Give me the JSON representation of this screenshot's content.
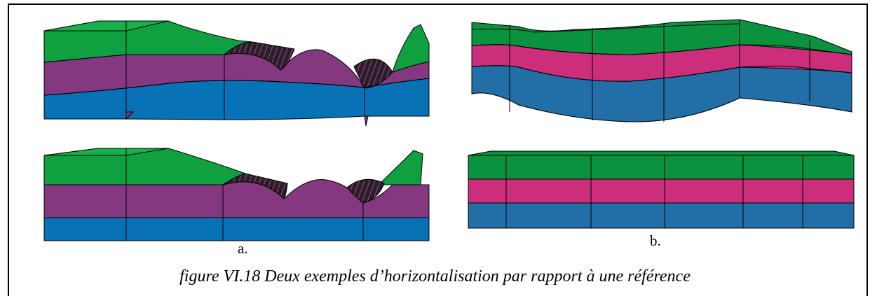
{
  "labels": {
    "a": "a.",
    "b": "b."
  },
  "caption": "figure VI.18 Deux exemples d’horizontalisation par rapport à une référence",
  "colors": {
    "green_a": "#0fa03f",
    "violet_a": "#833880",
    "blue_a": "#0872b6",
    "green_b": "#0a923f",
    "pink_b": "#cc2e7c",
    "blue_b": "#216fa6",
    "hatch": "#231a22"
  }
}
